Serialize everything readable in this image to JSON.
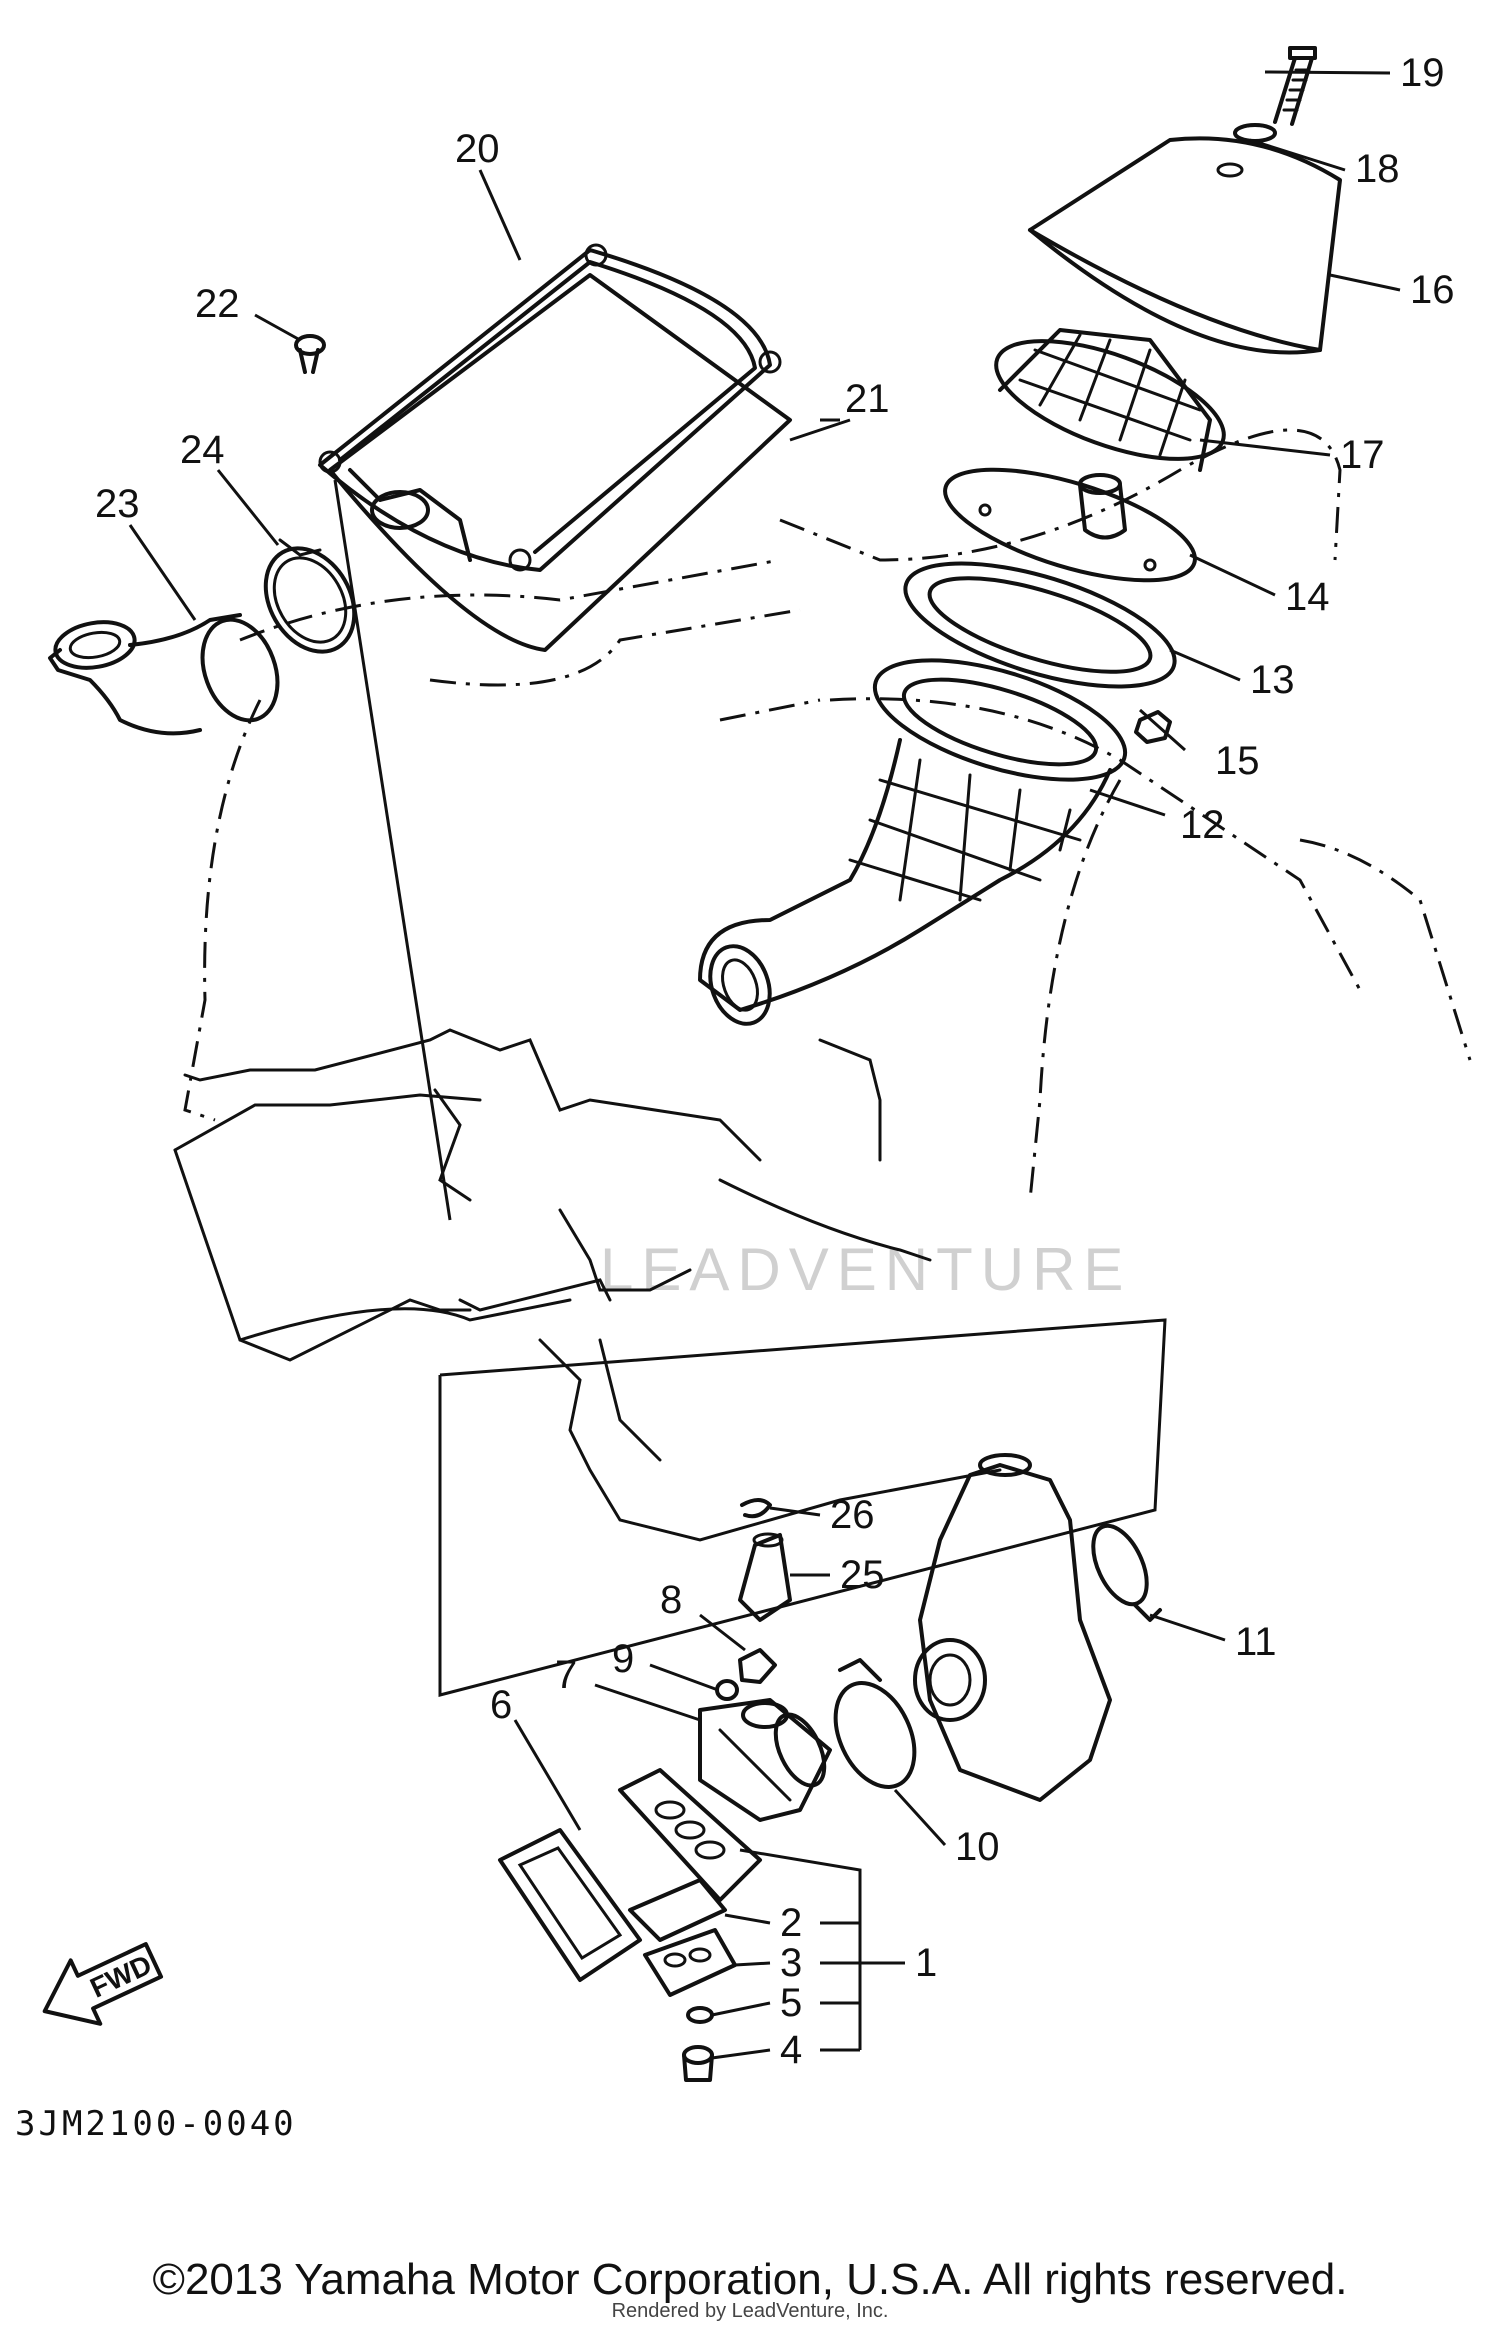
{
  "diagram": {
    "code": "3JM2100-0040",
    "fwd_label": "FWD",
    "watermark": "LEADVENTURE",
    "callouts": [
      "1",
      "2",
      "3",
      "4",
      "5",
      "6",
      "7",
      "8",
      "9",
      "10",
      "11",
      "12",
      "13",
      "14",
      "15",
      "16",
      "17",
      "18",
      "19",
      "20",
      "21",
      "22",
      "23",
      "24",
      "25",
      "26"
    ]
  },
  "footer": {
    "copyright": "©2013 Yamaha Motor Corporation, U.S.A. All rights reserved.",
    "rendered_by": "Rendered by LeadVenture, Inc."
  }
}
